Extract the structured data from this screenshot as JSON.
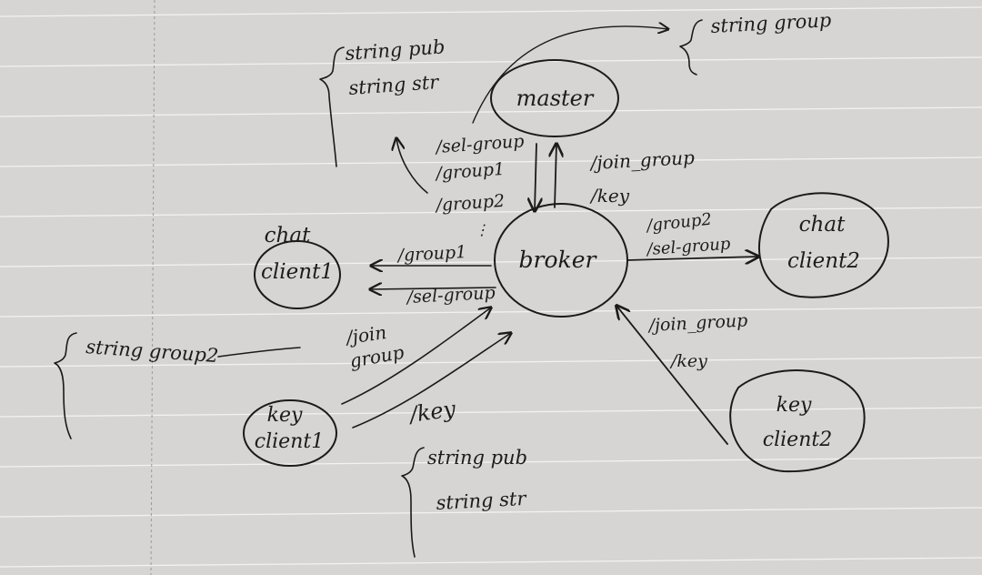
{
  "nodes": {
    "master": "master",
    "broker": "broker",
    "chat_client1_top": "chat",
    "chat_client1_bottom": "client1",
    "chat_client2_top": "chat",
    "chat_client2_bottom": "client2",
    "key_client1_top": "key",
    "key_client1_bottom": "client1",
    "key_client2_top": "key",
    "key_client2_bottom": "client2"
  },
  "edges": {
    "master_in_1": "/sel-group",
    "master_in_2": "/group1",
    "master_in_3": "/group2",
    "master_in_dots": "⋮",
    "master_out_1": "/join_group",
    "master_out_2": "/key",
    "chat1_1": "/group1",
    "chat1_2": "/sel-group",
    "chat2_1": "/group2",
    "chat2_2": "/sel-group",
    "key1_join_1": "/join",
    "key1_join_2": "group",
    "key1_key": "/key",
    "key2_1": "/join_group",
    "key2_2": "/key"
  },
  "notes": {
    "master_types_1": "string pub",
    "master_types_2": "string str",
    "master_group": "string group",
    "join_type": "string group2",
    "key_types_1": "string pub",
    "key_types_2": "string str"
  },
  "colors": {
    "paper": "#d6d5d3",
    "rule": "#f2f2f0",
    "margin": "#9a9a9a",
    "ink": "#1a1a1a"
  }
}
